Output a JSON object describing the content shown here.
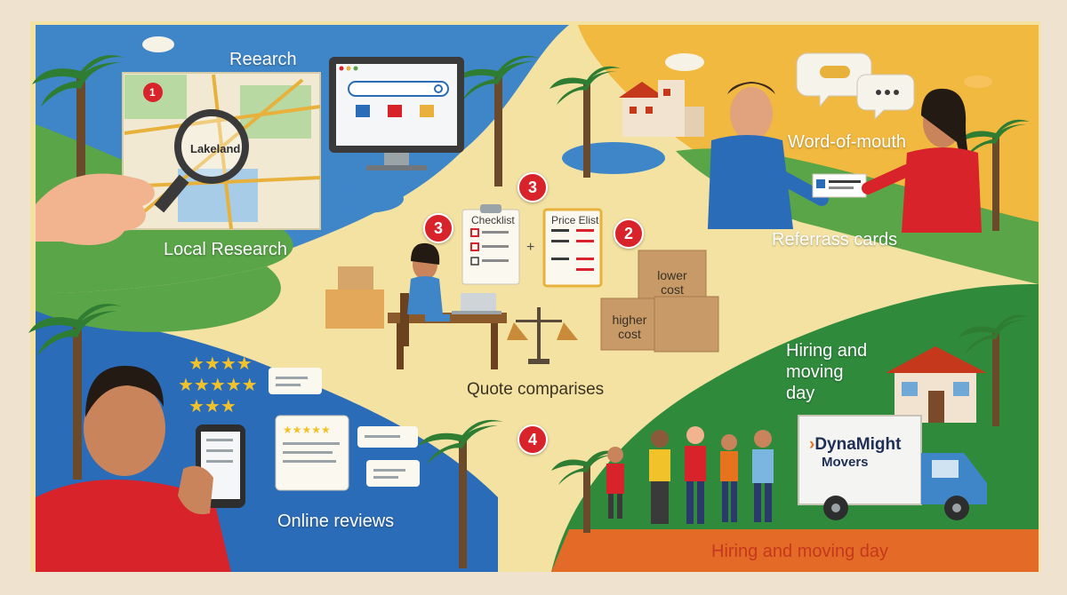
{
  "labels": {
    "research": "Reearch",
    "local_research": "Local Research",
    "word_of_mouth": "Word-of-mouth",
    "referral_cards": "Referrass cards",
    "quote_comparisons": "Quote comparises",
    "hiring_top": "Hiring and moving day",
    "hiring_bottom": "Hiring and moving day",
    "online_reviews": "Online reviews"
  },
  "map_label": "Lakeland",
  "map_pin": "1",
  "checklist": "Checklist",
  "price_list": "Price Elist",
  "plus_sign": "+",
  "lower_cost": "lower cost",
  "higher_cost": "higher cost",
  "badges": {
    "b3_top": "3",
    "b3_left": "3",
    "b2": "2",
    "b4": "4"
  },
  "truck": {
    "brand_first": "DynaMight",
    "brand_second": "Movers"
  },
  "colors": {
    "water": "#3f86c9",
    "grass": "#5aa548",
    "path": "#f3e2a2",
    "badge": "#d8232a",
    "orange": "#e8731f",
    "frame": "#efe3cf"
  }
}
